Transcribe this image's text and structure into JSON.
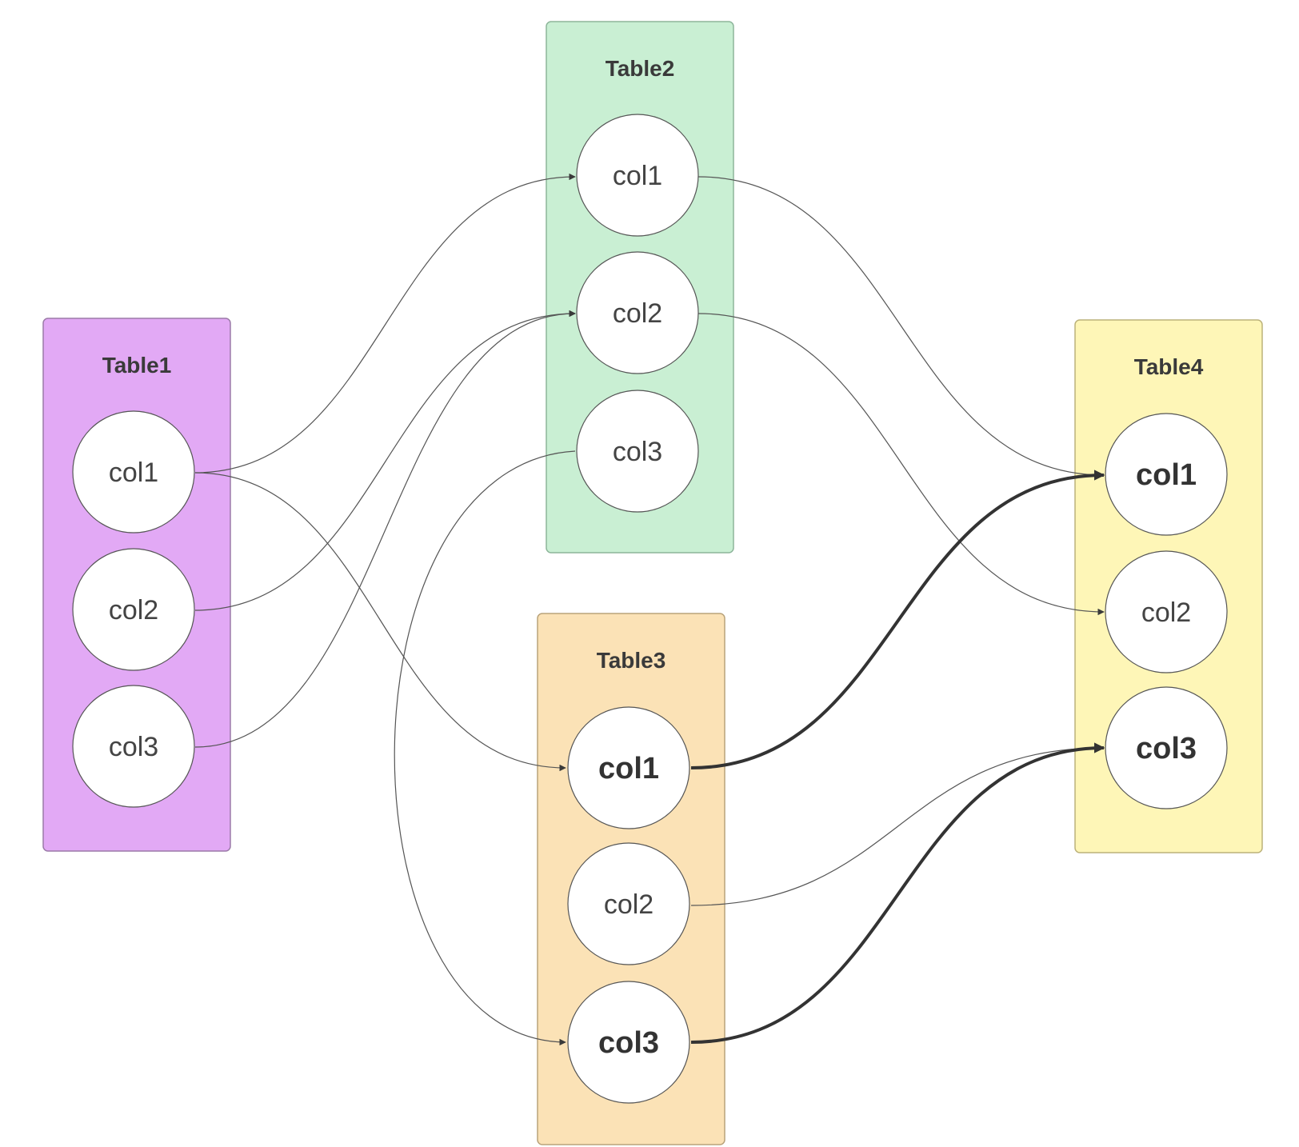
{
  "tables": [
    {
      "id": "t1",
      "title": "Table1",
      "fill": "#e2a9f5",
      "columns": [
        {
          "label": "col1",
          "emphasis": false
        },
        {
          "label": "col2",
          "emphasis": false
        },
        {
          "label": "col3",
          "emphasis": false
        }
      ]
    },
    {
      "id": "t2",
      "title": "Table2",
      "fill": "#c9efd3",
      "columns": [
        {
          "label": "col1",
          "emphasis": false
        },
        {
          "label": "col2",
          "emphasis": false
        },
        {
          "label": "col3",
          "emphasis": false
        }
      ]
    },
    {
      "id": "t3",
      "title": "Table3",
      "fill": "#fbe2b6",
      "columns": [
        {
          "label": "col1",
          "emphasis": true
        },
        {
          "label": "col2",
          "emphasis": false
        },
        {
          "label": "col3",
          "emphasis": true
        }
      ]
    },
    {
      "id": "t4",
      "title": "Table4",
      "fill": "#fef6b7",
      "columns": [
        {
          "label": "col1",
          "emphasis": true
        },
        {
          "label": "col2",
          "emphasis": false
        },
        {
          "label": "col3",
          "emphasis": true
        }
      ]
    }
  ],
  "edges": [
    {
      "from": "t1.col1",
      "to": "t2.col1",
      "emphasis": false
    },
    {
      "from": "t1.col1",
      "to": "t3.col1",
      "emphasis": false
    },
    {
      "from": "t1.col2",
      "to": "t2.col2",
      "emphasis": false
    },
    {
      "from": "t1.col3",
      "to": "t2.col2",
      "emphasis": false
    },
    {
      "from": "t2.col1",
      "to": "t4.col1",
      "emphasis": false
    },
    {
      "from": "t2.col2",
      "to": "t4.col2",
      "emphasis": false
    },
    {
      "from": "t2.col3",
      "to": "t3.col3",
      "emphasis": false
    },
    {
      "from": "t3.col1",
      "to": "t4.col1",
      "emphasis": true
    },
    {
      "from": "t3.col2",
      "to": "t4.col3",
      "emphasis": false
    },
    {
      "from": "t3.col3",
      "to": "t4.col3",
      "emphasis": true
    }
  ]
}
